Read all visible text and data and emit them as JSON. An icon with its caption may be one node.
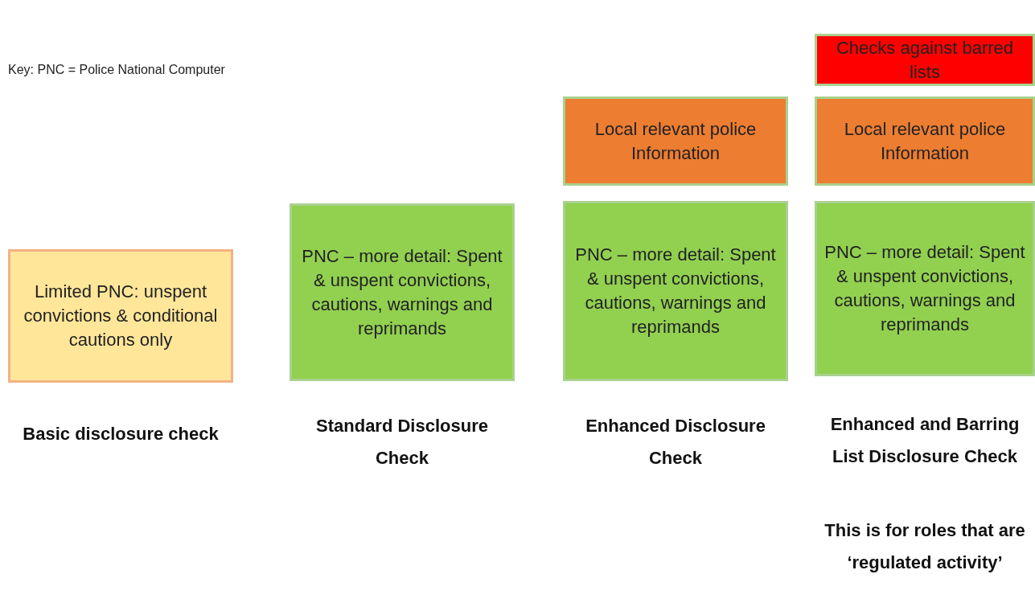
{
  "diagram": {
    "nodes": [
      {
        "text": [
          "Limited PNC: unspent convictions & conditional cautions only"
        ],
        "beside": [
          "Basic disclosure check"
        ]
      },
      {
        "text": [
          "PNC – more detail: Spent & unspent convictions, cautions, warnings and reprimands"
        ],
        "beside": [
          "Standard Disclosure Check"
        ]
      },
      {
        "text": [
          "Local relevant police Information"
        ]
      },
      {
        "text": [
          "PNC – more detail: Spent & unspent convictions, cautions, warnings and reprimands"
        ],
        "beside": [
          "Enhanced Disclosure Check"
        ]
      },
      {
        "text": [
          "Checks against barred lists"
        ]
      },
      {
        "text": [
          "Local relevant police Information"
        ]
      },
      {
        "text": [
          "PNC – more detail: Spent & unspent convictions, cautions, warnings and reprimands"
        ],
        "beside": [
          "Enhanced and Barring List Disclosure Check",
          "This is for roles that are ‘regulated activity’"
        ]
      }
    ],
    "edges": [],
    "labels": [
      "Key: PNC = Police National Computer"
    ]
  }
}
